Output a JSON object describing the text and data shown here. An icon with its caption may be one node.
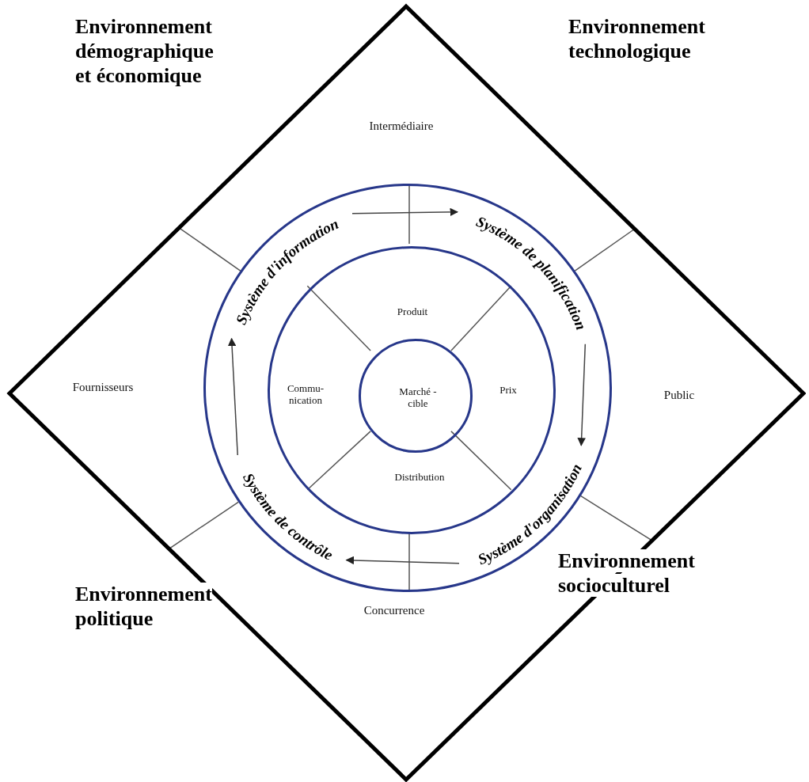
{
  "diagram": {
    "nodes": [
      {
        "text": [
          "Intermédiaire",
          "Fournisseurs",
          "Public",
          "Concurrence"
        ]
      },
      {
        "text": [],
        "shape": "circle",
        "in": 0
      },
      {
        "text": [
          "Système d'information"
        ],
        "in": 1
      },
      {
        "text": [
          "Système de planification"
        ],
        "in": 1
      },
      {
        "text": [
          "Système d'organisation"
        ],
        "in": 1
      },
      {
        "text": [
          "Système de contrôle"
        ],
        "in": 1
      },
      {
        "text": [
          "Produit",
          "Commu- nication",
          "Prix",
          "Distribution"
        ],
        "in": 1
      },
      {
        "text": [
          "Marché - cible"
        ],
        "in": 6
      }
    ],
    "edges": [
      {
        "from": 2,
        "to": 3,
        "arrow": "to"
      },
      {
        "from": 3,
        "to": 4,
        "arrow": "to"
      },
      {
        "from": 4,
        "to": 5,
        "arrow": "to"
      },
      {
        "from": 5,
        "to": 2,
        "arrow": "to"
      }
    ],
    "labels": [
      "Environnement démographique et économique",
      "Environnement technologique",
      "Environnement politique",
      "Environnement socioculturel"
    ]
  }
}
